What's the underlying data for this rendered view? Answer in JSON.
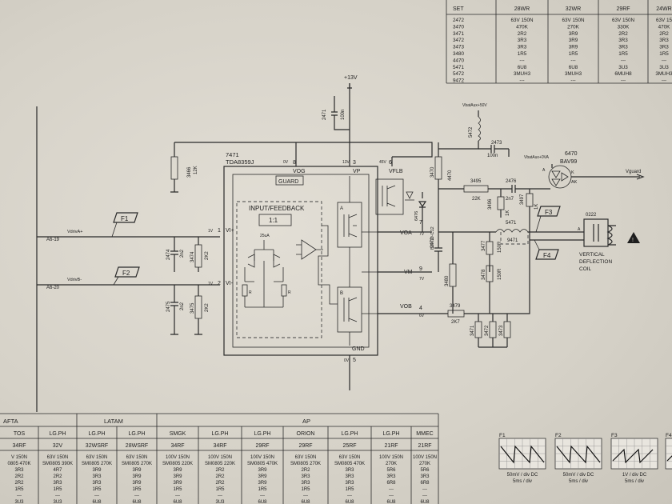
{
  "rail": {
    "supply": "+13V"
  },
  "ic": {
    "ref": "7471",
    "part": "TDA8359J",
    "block_title": "INPUT/FEEDBACK",
    "ratio": "1:1",
    "guard": "GUARD",
    "pins": {
      "vog": "VOG",
      "vp": "VP",
      "vflb": "VFLB",
      "vi_plus": "VI+",
      "vi_minus": "VI-",
      "voa": "VOA",
      "vm": "VM",
      "vob": "VOB",
      "gnd": "GND"
    },
    "pin_numbers": [
      "8",
      "3",
      "6",
      "1",
      "2",
      "7",
      "9",
      "4",
      "5"
    ],
    "voltage_labels": {
      "vog": "0V",
      "vp": "13V",
      "vflb": "45V",
      "vi_plus": "1V",
      "vi_minus": "1V",
      "voa": "7V",
      "vm": "7V",
      "vob": "6V",
      "gnd": "0V"
    },
    "current": "25uA"
  },
  "components": {
    "c2471": {
      "ref": "2471",
      "value": "100n"
    },
    "r3466": {
      "ref": "3466",
      "value": "12K"
    },
    "c2474": {
      "ref": "2474",
      "value": "2n2"
    },
    "r3474": {
      "ref": "3474",
      "value": "2K2"
    },
    "c2475": {
      "ref": "2475",
      "value": "2n2"
    },
    "r3475": {
      "ref": "3475",
      "value": "2K2"
    },
    "r3470": {
      "ref": "3470",
      "value": "4470"
    },
    "l5472": {
      "ref": "5472"
    },
    "c2473": {
      "ref": "2473",
      "value": "100n"
    },
    "r3495": {
      "ref": "3495",
      "value": "22K"
    },
    "c2476": {
      "ref": "2476",
      "value": "2n7"
    },
    "d6476": {
      "ref": "6476",
      "value": "BZX79-C12"
    },
    "r3496": {
      "ref": "3496",
      "value": "1K"
    },
    "r3497": {
      "ref": "3497",
      "value": "1K"
    },
    "d6470": {
      "ref": "6470",
      "value": "BAV99"
    },
    "c2472": {
      "ref": "2472"
    },
    "r3480": {
      "ref": "3480"
    },
    "r3477": {
      "ref": "3477",
      "value": "150R"
    },
    "r3478": {
      "ref": "3478",
      "value": "150R"
    },
    "l5471": {
      "ref": "5471"
    },
    "l9471": {
      "ref": "9471"
    },
    "r3479": {
      "ref": "3479",
      "value": "2K7"
    },
    "r3471": {
      "ref": "3471"
    },
    "r3472": {
      "ref": "3472"
    },
    "r3473": {
      "ref": "3473"
    },
    "conn0222": {
      "ref": "0222"
    },
    "coil": {
      "label": "VERTICAL DEFLECTION COIL"
    },
    "vguard": {
      "label": "Vguard"
    },
    "vbat1": {
      "label": "VbatAux+50V"
    },
    "vbat2": {
      "label": "VbatAux+0VA"
    },
    "pin_a": "A",
    "pin_b": "B",
    "pin_k": "K",
    "pin_ak": "AK",
    "vdrive_plus": "VdrivA+",
    "vdrive_minus": "VdrivB-",
    "net_a": "A6-19",
    "net_b": "A6-20"
  },
  "flags": [
    "F1",
    "F2",
    "F3",
    "F4"
  ],
  "top_table": {
    "columns": [
      "SET",
      "28WR",
      "32WR",
      "29RF",
      "24WR"
    ],
    "rows": [
      [
        "2472",
        "63V 150N",
        "63V 150N",
        "63V 150N",
        "63V 15"
      ],
      [
        "3470",
        "470K",
        "270K",
        "330K",
        "470K"
      ],
      [
        "3471",
        "2R2",
        "3R9",
        "2R2",
        "2R2"
      ],
      [
        "3472",
        "3R3",
        "3R9",
        "3R3",
        "3R3"
      ],
      [
        "3473",
        "3R3",
        "3R9",
        "3R3",
        "3R3"
      ],
      [
        "3480",
        "1R5",
        "1R5",
        "1R5",
        "1R5"
      ],
      [
        "4470",
        "---",
        "---",
        "---",
        "---"
      ],
      [
        "5471",
        "6U8",
        "6U8",
        "3U3",
        "3U3"
      ],
      [
        "5472",
        "3MUH3",
        "3MUH3",
        "6MUH8",
        "3MUH3"
      ],
      [
        "9472",
        "---",
        "---",
        "---",
        "---"
      ]
    ]
  },
  "bottom_table": {
    "groups": [
      "AFTA",
      "LATAM",
      "AP"
    ],
    "models": [
      "TOS",
      "LG.PH",
      "LG.PH",
      "LG.PH",
      "SMGK",
      "LG.PH",
      "LG.PH",
      "ORION",
      "LG.PH",
      "LG.PH",
      "MMEC"
    ],
    "sizes": [
      "34RF",
      "32V",
      "32WSRF",
      "28WSRF",
      "34RF",
      "34RF",
      "29RF",
      "29RF",
      "25RF",
      "21RF",
      "21RF"
    ],
    "rows": [
      [
        "V 150N",
        "63V 150N",
        "63V 150N",
        "63V 150N",
        "100V 150N",
        "100V 150N",
        "100V 150N",
        "63V 150N",
        "63V 150N",
        "100V 150N",
        "100V 150N"
      ],
      [
        "0805 470K",
        "SM0805 390K",
        "SM0805 270K",
        "SM0805 270K",
        "SM0805 220K",
        "SM0805 220K",
        "SM0805 470K",
        "SM0805 270K",
        "SM0805 470K",
        "270K",
        "270K"
      ],
      [
        "3R3",
        "4R7",
        "3R9",
        "3R9",
        "3R9",
        "2R2",
        "3R9",
        "2R2",
        "3R3",
        "5R6",
        "5R6"
      ],
      [
        "2R2",
        "2R2",
        "3R3",
        "3R9",
        "3R9",
        "2R2",
        "3R9",
        "3R3",
        "3R3",
        "3R3",
        "3R3"
      ],
      [
        "2R2",
        "3R3",
        "3R3",
        "3R9",
        "3R9",
        "2R2",
        "3R9",
        "3R3",
        "3R3",
        "6R8",
        "6R8"
      ],
      [
        "1R5",
        "1R5",
        "1R5",
        "1R5",
        "1R5",
        "1R5",
        "1R5",
        "1R5",
        "1R5",
        "---",
        "---"
      ],
      [
        "---",
        "---",
        "---",
        "---",
        "---",
        "---",
        "---",
        "---",
        "---",
        "---",
        "---"
      ],
      [
        "3U3",
        "3U3",
        "6U8",
        "6U8",
        "6U8",
        "3U3",
        "6U8",
        "6U8",
        "6U8",
        "6U8",
        "6U8"
      ]
    ]
  },
  "scopes": [
    {
      "label": "F1",
      "scale": "50mV / div DC",
      "time": "5ms / div"
    },
    {
      "label": "F2",
      "scale": "50mV / div DC",
      "time": "5ms / div"
    },
    {
      "label": "F3",
      "scale": "1V / div DC",
      "time": "5ms / div"
    },
    {
      "label": "F4",
      "scale": "",
      "time": ""
    }
  ]
}
